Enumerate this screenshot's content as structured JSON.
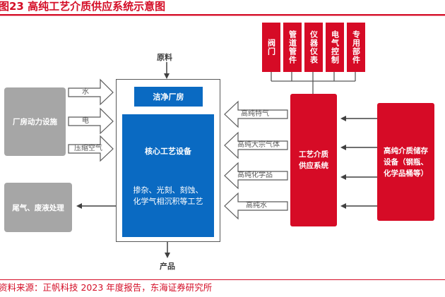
{
  "title": "图23  高纯工艺介质供应系统示意图",
  "source": "资料来源：正帆科技 2023 年度报告，东海证券研究所",
  "colors": {
    "accent_red": "#d40d26",
    "box_red": "#d60b26",
    "box_blue": "#0a6ac2",
    "box_gray": "#a6a6a6",
    "line_gray": "#595959"
  },
  "diagram": {
    "facility": {
      "label": "厂房动力设施",
      "inputs": [
        "水",
        "电",
        "压缩空气"
      ]
    },
    "waste": {
      "label": "尾气、废液处理"
    },
    "raw_material": "原料",
    "product": "产品",
    "clean_room": "洁净厂房",
    "core_equipment": {
      "title": "核心工艺设备",
      "description_line1": "掺杂、光刻、刻蚀、",
      "description_line2": "化学气相沉积等工艺"
    },
    "components": [
      "阀门",
      "管道管件",
      "仪器仪表",
      "电气控制",
      "专用部件"
    ],
    "supply_system": {
      "line1": "工艺介质",
      "line2": "供应系统"
    },
    "media": [
      "高纯特气",
      "高纯大宗气体",
      "高纯化学品",
      "高纯水"
    ],
    "storage": {
      "line1": "高纯介质储存",
      "line2": "设备（钢瓶、",
      "line3": "化学品桶等）"
    }
  }
}
